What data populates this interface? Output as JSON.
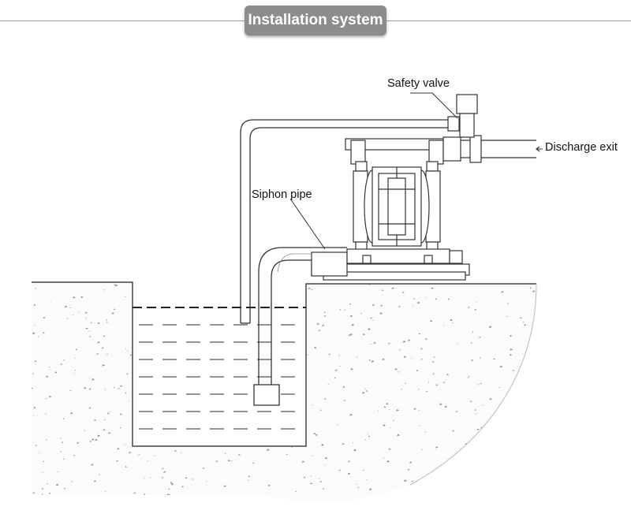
{
  "header": {
    "title": "Installation system"
  },
  "labels": {
    "safety_valve": "Safety valve",
    "discharge_exit": "Discharge exit",
    "siphon_pipe": "Siphon pipe"
  },
  "colors": {
    "badge": "#8c8c8c",
    "line": "#444444",
    "ground_speckle": "#8a8a8a"
  }
}
